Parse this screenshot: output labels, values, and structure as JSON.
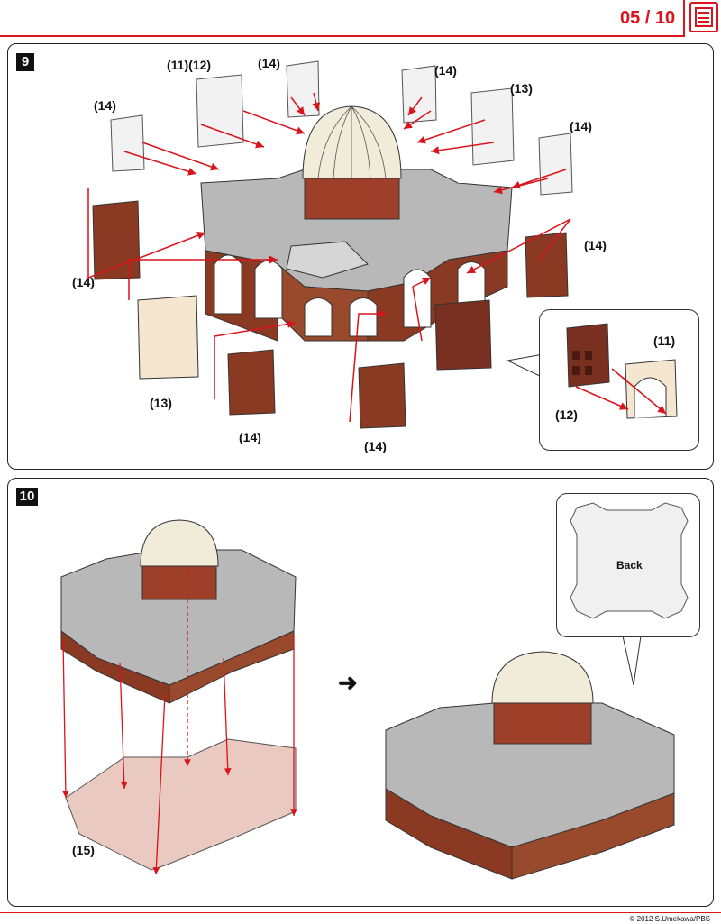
{
  "header": {
    "page_number": "05 / 10"
  },
  "step9": {
    "number": "9",
    "labels": {
      "l1112": "(11)(12)",
      "l14_a": "(14)",
      "l14_b": "(14)",
      "l13_top": "(13)",
      "l14_c": "(14)",
      "l14_d": "(14)",
      "l14_left": "(14)",
      "l14_right": "(14)",
      "l13_bottom": "(13)",
      "l14_e": "(14)",
      "l14_f": "(14)",
      "l11": "(11)",
      "l12": "(12)"
    }
  },
  "step10": {
    "number": "10",
    "label15": "(15)",
    "back_label": "Back"
  },
  "footer": {
    "copyright": "© 2012 S.Umekawa/PBS"
  },
  "colors": {
    "accent": "#d8141c",
    "brick": "#8a3a22",
    "dome": "#f1ecd9",
    "roof": "#bdbdbd"
  }
}
